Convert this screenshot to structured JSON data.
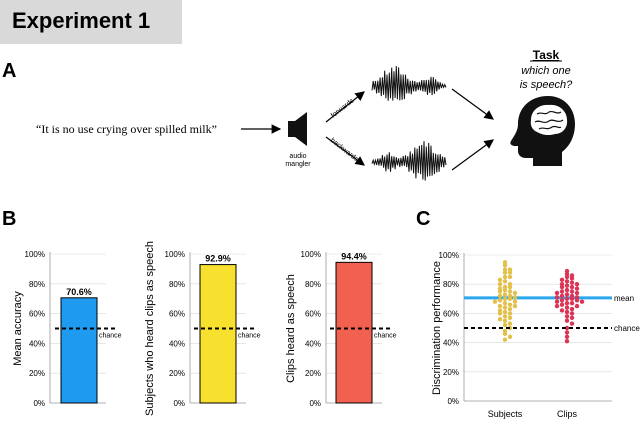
{
  "header": {
    "title": "Experiment 1"
  },
  "panels": {
    "a": "A",
    "b": "B",
    "c": "C"
  },
  "panel_a": {
    "sentence": "“It is no use crying over spilled milk”",
    "mangler_label_line1": "audio",
    "mangler_label_line2": "mangler",
    "forwards_label": "forwards",
    "backwards_label": "backwards",
    "task_title": "Task",
    "task_line1": "which one",
    "task_line2": "is speech?"
  },
  "colors": {
    "bar1": "#1e9bf0",
    "bar2": "#f7e02e",
    "bar3": "#f26150",
    "subjects_dots": "#e3c04a",
    "clips_dots": "#dd3355",
    "mean_line": "#2ba7ec"
  },
  "chart_data": [
    {
      "type": "bar",
      "categories": [
        ""
      ],
      "values": [
        70.6
      ],
      "value_label": "70.6%",
      "ylabel": "Mean accuracy",
      "ylim": [
        0,
        100
      ],
      "yticks": [
        "0%",
        "20%",
        "40%",
        "60%",
        "80%",
        "100%"
      ],
      "chance": 50,
      "chance_label": "chance"
    },
    {
      "type": "bar",
      "categories": [
        ""
      ],
      "values": [
        92.9
      ],
      "value_label": "92.9%",
      "ylabel": "Subjects who heard clips as speech",
      "ylim": [
        0,
        100
      ],
      "yticks": [
        "0%",
        "20%",
        "40%",
        "60%",
        "80%",
        "100%"
      ],
      "chance": 50,
      "chance_label": "chance"
    },
    {
      "type": "bar",
      "categories": [
        ""
      ],
      "values": [
        94.4
      ],
      "value_label": "94.4%",
      "ylabel": "Clips heard as speech",
      "ylim": [
        0,
        100
      ],
      "yticks": [
        "0%",
        "20%",
        "40%",
        "60%",
        "80%",
        "100%"
      ],
      "chance": 50,
      "chance_label": "chance"
    },
    {
      "type": "scatter",
      "categories": [
        "Subjects",
        "Clips"
      ],
      "ylabel": "Discrimination performance",
      "ylim": [
        0,
        100
      ],
      "yticks": [
        "0%",
        "20%",
        "40%",
        "60%",
        "80%",
        "100%"
      ],
      "mean": 70.6,
      "mean_label": "mean",
      "chance": 50,
      "chance_label": "chance",
      "series": [
        {
          "values": [
            95,
            93,
            90,
            90,
            88,
            88,
            85,
            85,
            83,
            82,
            80,
            80,
            78,
            78,
            77,
            76,
            75,
            75,
            74,
            73,
            72,
            72,
            71,
            70,
            70,
            69,
            68,
            68,
            67,
            66,
            65,
            65,
            64,
            63,
            62,
            61,
            60,
            60,
            58,
            57,
            56,
            55,
            53,
            52,
            50,
            48,
            46,
            44,
            42
          ]
        },
        {
          "values": [
            89,
            87,
            86,
            85,
            84,
            83,
            82,
            81,
            80,
            80,
            79,
            78,
            78,
            77,
            76,
            75,
            75,
            74,
            74,
            73,
            72,
            72,
            71,
            71,
            70,
            70,
            69,
            69,
            68,
            68,
            67,
            67,
            66,
            65,
            65,
            64,
            63,
            62,
            61,
            60,
            58,
            57,
            55,
            53,
            50,
            47,
            44,
            41
          ]
        }
      ]
    }
  ]
}
